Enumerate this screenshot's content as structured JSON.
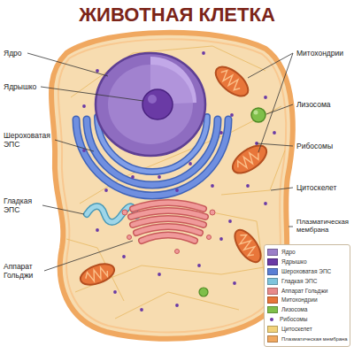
{
  "diagram": {
    "title": "ЖИВОТНАЯ КЛЕТКА",
    "labels": [
      "Ядро",
      "Ядрышко",
      "Шероховатая ЭПС",
      "Гладкая ЭПС",
      "Аппарат Гольджи",
      "Митохондрии",
      "Лизосома",
      "Рибосомы",
      "Цитоскелет",
      "Плазматическая мембрана"
    ],
    "legend": [
      {
        "text": "Ядро",
        "color": "#9b7fc8"
      },
      {
        "text": "Ядрышко",
        "color": "#6a3aa5"
      },
      {
        "text": "Шероховатая ЭПС",
        "color": "#5b7fd4"
      },
      {
        "text": "Гладкая ЭПС",
        "color": "#7fc4dc"
      },
      {
        "text": "Аппарат Гольджи",
        "color": "#e88a8a"
      },
      {
        "text": "Митохондрии",
        "color": "#e8763a"
      },
      {
        "text": "Лизосома",
        "color": "#7fbf4a"
      },
      {
        "text": "Рибосомы"
      },
      {
        "text": "Цитоскелет",
        "color": "#f2d27a"
      },
      {
        "text": "Плазматическая мембрана",
        "color": "#f0a860"
      }
    ]
  }
}
